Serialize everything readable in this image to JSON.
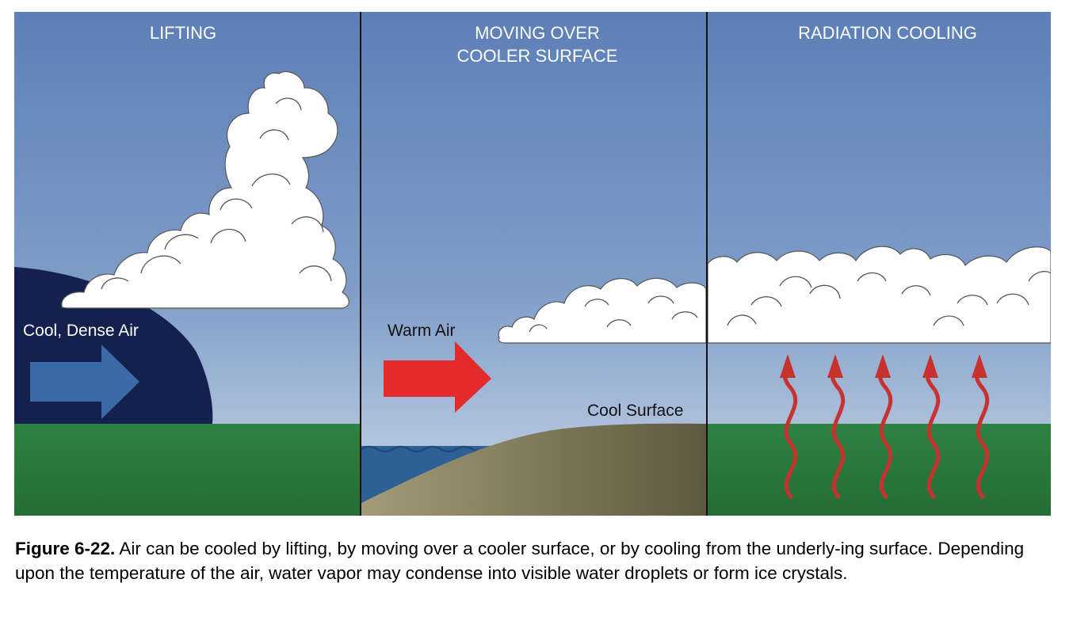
{
  "panels": [
    {
      "title_lines": [
        "LIFTING"
      ],
      "labels": {
        "air": "Cool, Dense Air"
      }
    },
    {
      "title_lines": [
        "MOVING OVER",
        "COOLER SURFACE"
      ],
      "labels": {
        "air": "Warm Air",
        "surface": "Cool Surface"
      }
    },
    {
      "title_lines": [
        "RADIATION COOLING"
      ],
      "labels": {}
    }
  ],
  "caption": {
    "figure_number": "Figure 6-22.",
    "text": "Air can be cooled by lifting, by moving over a cooler surface, or by cooling from the underly-ing surface. Depending upon the temperature of the air, water vapor may condense into visible water droplets or form ice crystals."
  },
  "colors": {
    "sky_top": "#5d7fb7",
    "sky_bottom": "#c9d6e6",
    "cool_dense_air": "#14204d",
    "ground_green": "#2b7a3e",
    "water": "#2e5f95",
    "sand": "#8e8566",
    "blue_arrow": "#3b6aa6",
    "red_arrow": "#e32b2b",
    "heat_arrow": "#c8322e"
  },
  "icons": [
    "cloud-icon",
    "right-arrow-icon",
    "wavy-up-arrow-icon"
  ]
}
